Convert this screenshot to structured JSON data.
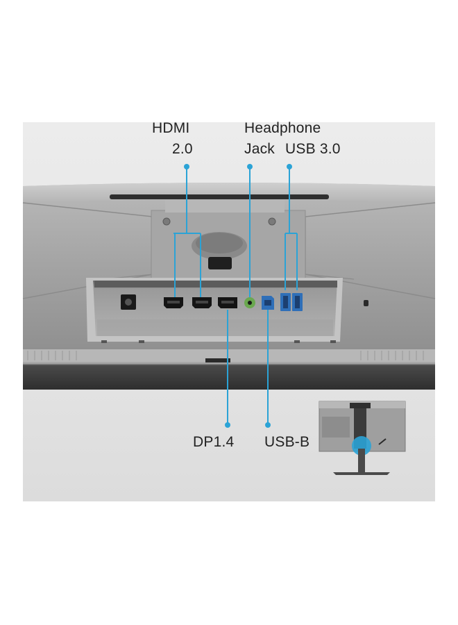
{
  "labels": {
    "hdmi_line1": "HDMI",
    "hdmi_line2": "2.0",
    "headphone_line1": "Headphone",
    "headphone_line2": "Jack",
    "usb3": "USB 3.0",
    "dp": "DP1.4",
    "usbb": "USB-B"
  },
  "colors": {
    "callout": "#2ba3d6",
    "monitor_body": "#a9a9a9",
    "bezel_dark": "#3a3a3a",
    "port_blue": "#2f6fb8"
  },
  "icons": [
    "dc-power-port-icon",
    "hdmi-port-icon",
    "displayport-icon",
    "headphone-jack-icon",
    "usb-b-port-icon",
    "usb-a-port-icon",
    "kensington-lock-icon"
  ]
}
